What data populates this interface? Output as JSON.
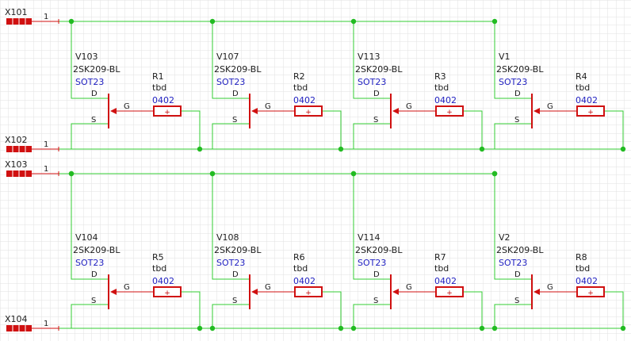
{
  "colors": {
    "background": "#ffffff",
    "grid": "#e2e2e2",
    "wire": "#33cc33",
    "junction": "#22bb22",
    "component": "#d01010",
    "text": "#202020",
    "package_text": "#2020c0"
  },
  "connectors": [
    {
      "name": "X101",
      "pin": "1"
    },
    {
      "name": "X102",
      "pin": "1"
    },
    {
      "name": "X103",
      "pin": "1"
    },
    {
      "name": "X104",
      "pin": "1"
    }
  ],
  "pin_labels": {
    "drain": "D",
    "source": "S",
    "gate": "G"
  },
  "resistor_symbol_mark": "+",
  "rows": [
    {
      "cells": [
        {
          "fet_name": "V103",
          "fet_value": "2SK209-BL",
          "fet_package": "SOT23",
          "res_name": "R1",
          "res_value": "tbd",
          "res_package": "0402"
        },
        {
          "fet_name": "V107",
          "fet_value": "2SK209-BL",
          "fet_package": "SOT23",
          "res_name": "R2",
          "res_value": "tbd",
          "res_package": "0402"
        },
        {
          "fet_name": "V113",
          "fet_value": "2SK209-BL",
          "fet_package": "SOT23",
          "res_name": "R3",
          "res_value": "tbd",
          "res_package": "0402"
        },
        {
          "fet_name": "V1",
          "fet_value": "2SK209-BL",
          "fet_package": "SOT23",
          "res_name": "R4",
          "res_value": "tbd",
          "res_package": "0402"
        }
      ]
    },
    {
      "cells": [
        {
          "fet_name": "V104",
          "fet_value": "2SK209-BL",
          "fet_package": "SOT23",
          "res_name": "R5",
          "res_value": "tbd",
          "res_package": "0402"
        },
        {
          "fet_name": "V108",
          "fet_value": "2SK209-BL",
          "fet_package": "SOT23",
          "res_name": "R6",
          "res_value": "tbd",
          "res_package": "0402"
        },
        {
          "fet_name": "V114",
          "fet_value": "2SK209-BL",
          "fet_package": "SOT23",
          "res_name": "R7",
          "res_value": "tbd",
          "res_package": "0402"
        },
        {
          "fet_name": "V2",
          "fet_value": "2SK209-BL",
          "fet_package": "SOT23",
          "res_name": "R8",
          "res_value": "tbd",
          "res_package": "0402"
        }
      ]
    }
  ]
}
